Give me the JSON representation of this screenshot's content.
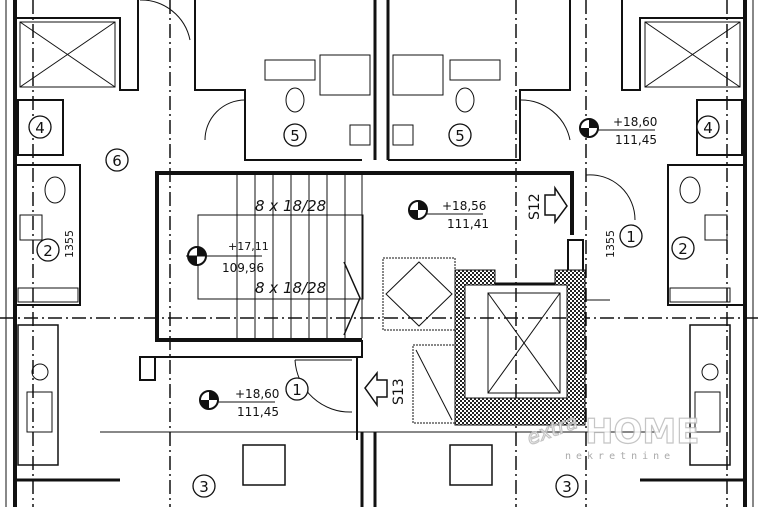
{
  "rooms": {
    "room_6": "6",
    "room_4_left": "4",
    "room_4_right": "4",
    "room_5_left": "5",
    "room_5_right": "5",
    "room_2_left": "2",
    "room_2_right": "2",
    "room_1_right": "1",
    "room_1_lower": "1",
    "room_3_left": "3",
    "room_3_right": "3"
  },
  "levels": [
    {
      "top": "+17,11",
      "bottom": "109,96"
    },
    {
      "top": "+18,56",
      "bottom": "111,41"
    },
    {
      "top": "+18,60",
      "bottom": "111,45"
    },
    {
      "top": "+18,60",
      "bottom": "111,45"
    }
  ],
  "stairs": {
    "upper_flight": "8 x 18/28",
    "lower_flight": "8 x 18/28"
  },
  "exits": {
    "s12": "S12",
    "s13": "S13"
  },
  "dimensions": {
    "left": "1355",
    "right": "1355"
  },
  "watermark": {
    "brand_prefix": "extra",
    "brand": "HOME",
    "tagline": "nekretnine"
  }
}
